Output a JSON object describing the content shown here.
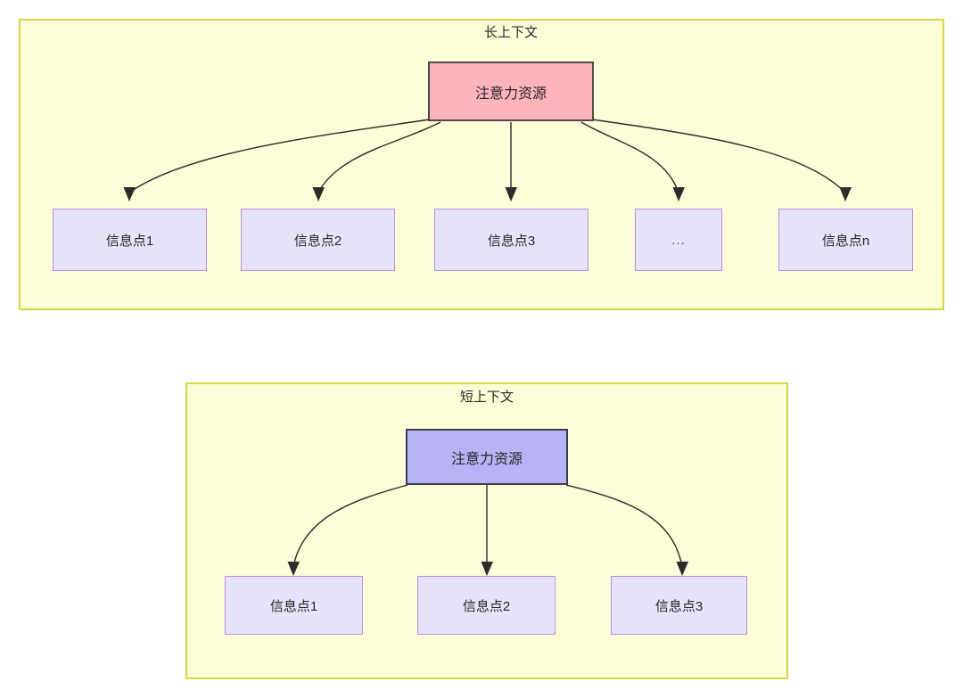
{
  "diagram": {
    "type": "flow-diagram",
    "background": "#ffffff",
    "colors": {
      "group_fill": "#fdfdd8",
      "group_border": "#d6d64a",
      "hub_long_fill": "#ffb3bd",
      "hub_long_border": "#4a4a4a",
      "hub_short_fill": "#b5b5f5",
      "hub_short_border": "#3d3d52",
      "leaf_fill": "#e8e3fc",
      "leaf_border": "#b491e0",
      "edge_stroke": "#2b2b2b"
    },
    "groups": [
      {
        "id": "long-context",
        "title": "长上下文",
        "hub": {
          "label": "注意力资源"
        },
        "leaves": [
          {
            "label": "信息点1"
          },
          {
            "label": "信息点2"
          },
          {
            "label": "信息点3"
          },
          {
            "label": "..."
          },
          {
            "label": "信息点n"
          }
        ]
      },
      {
        "id": "short-context",
        "title": "短上下文",
        "hub": {
          "label": "注意力资源"
        },
        "leaves": [
          {
            "label": "信息点1"
          },
          {
            "label": "信息点2"
          },
          {
            "label": "信息点3"
          }
        ]
      }
    ]
  }
}
